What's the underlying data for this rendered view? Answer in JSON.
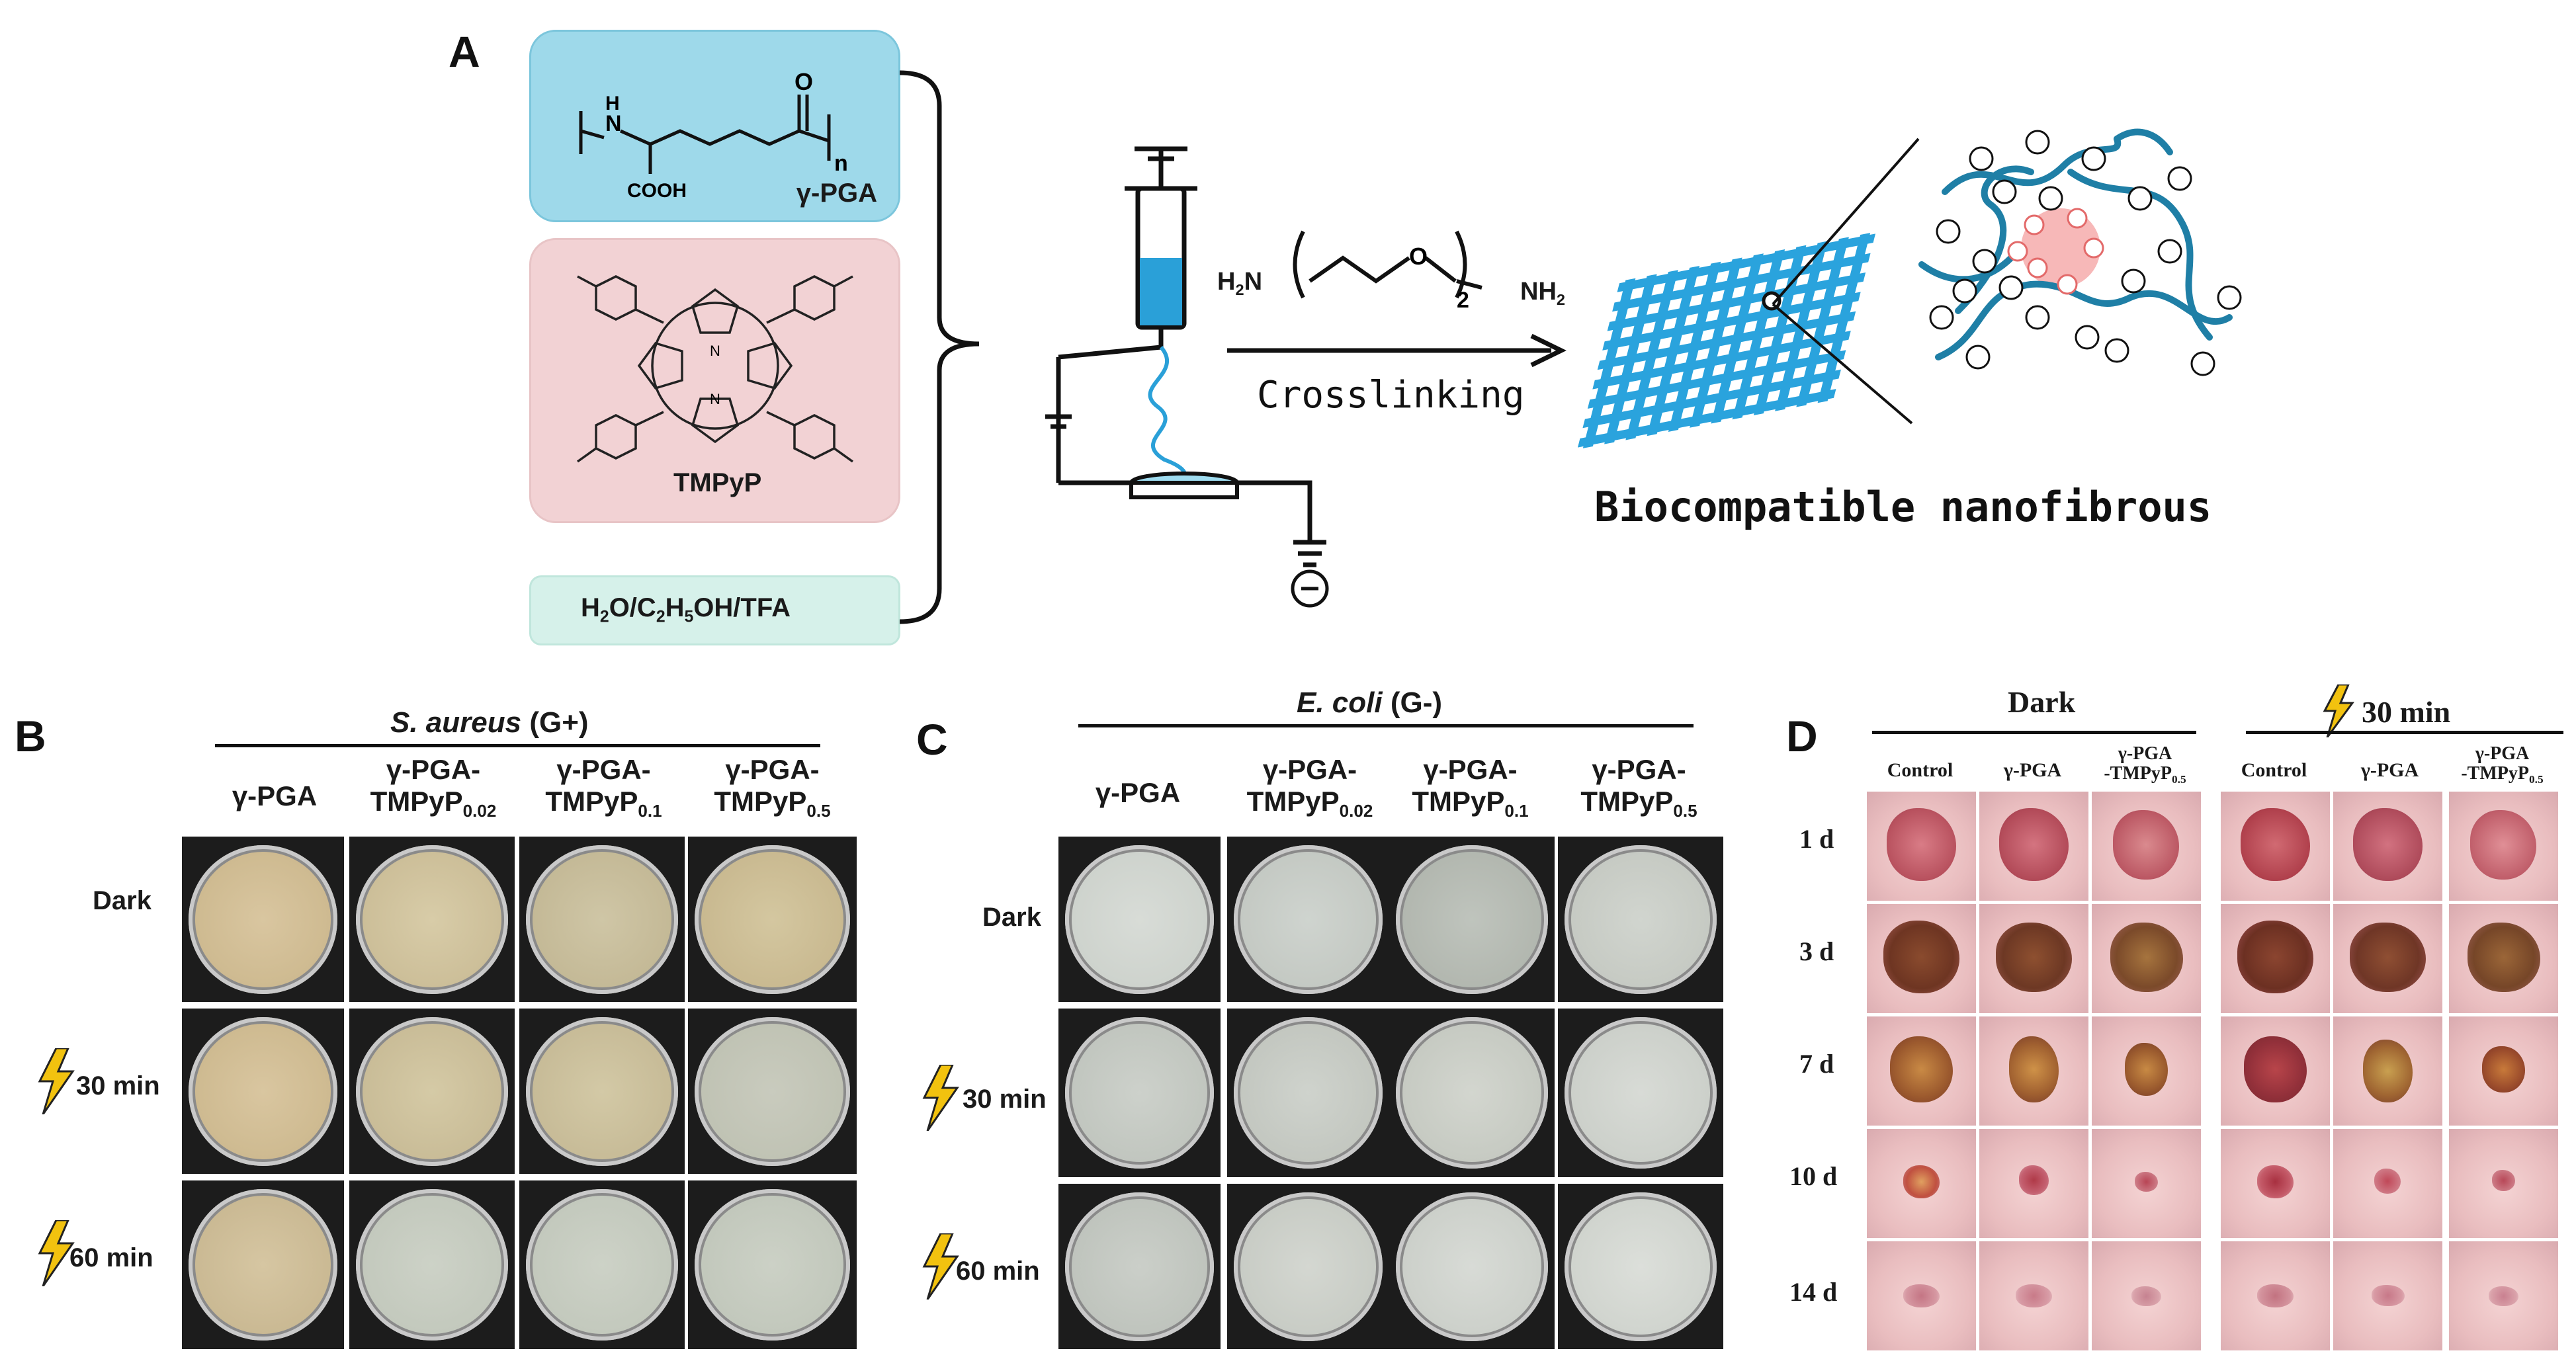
{
  "panels": {
    "A": "A",
    "B": "B",
    "C": "C",
    "D": "D"
  },
  "panel_a": {
    "pga_label": "γ-PGA",
    "pga_cooh": "COOH",
    "pga_n": "n",
    "pga_o": "O",
    "pga_h": "H",
    "pga_n_atom": "N",
    "tmpyp_label": "TMPyP",
    "solvent_prefix": "H",
    "solvent_2": "2",
    "solvent_o_c": "O/C",
    "solvent_5": "5",
    "solvent_suffix": "OH/TFA",
    "linker_h2n": "H",
    "linker_h2n_sub": "2",
    "linker_n": "N",
    "linker_o": "O",
    "linker_2": "2",
    "linker_nh2": "NH",
    "linker_nh2_sub": "2",
    "arrow_label": "Crosslinking",
    "product_label": "Biocompatible nanofibrous"
  },
  "panel_b": {
    "organism_italic": "S. aureus",
    "organism_suffix": " (G+)",
    "columns": [
      {
        "l1": "γ-PGA",
        "l2": "",
        "sub": ""
      },
      {
        "l1": "γ-PGA-",
        "l2": "TMPyP",
        "sub": "0.02"
      },
      {
        "l1": "γ-PGA-",
        "l2": "TMPyP",
        "sub": "0.1"
      },
      {
        "l1": "γ-PGA-",
        "l2": "TMPyP",
        "sub": "0.5"
      }
    ],
    "rows": [
      "Dark",
      "30 min",
      "60 min"
    ]
  },
  "panel_c": {
    "organism_italic": "E. coli",
    "organism_suffix": " (G-)",
    "columns": [
      {
        "l1": "γ-PGA",
        "l2": "",
        "sub": ""
      },
      {
        "l1": "γ-PGA-",
        "l2": "TMPyP",
        "sub": "0.02"
      },
      {
        "l1": "γ-PGA-",
        "l2": "TMPyP",
        "sub": "0.1"
      },
      {
        "l1": "γ-PGA-",
        "l2": "TMPyP",
        "sub": "0.5"
      }
    ],
    "rows": [
      "Dark",
      "30 min",
      "60 min"
    ]
  },
  "panel_d": {
    "group_dark": "Dark",
    "group_light": "30 min",
    "columns": [
      {
        "l1": "Control",
        "l2": "",
        "sub": ""
      },
      {
        "l1": "γ-PGA",
        "l2": "",
        "sub": ""
      },
      {
        "l1": "γ-PGA",
        "l2": "-TMPyP",
        "sub": "0.5"
      },
      {
        "l1": "Control",
        "l2": "",
        "sub": ""
      },
      {
        "l1": "γ-PGA",
        "l2": "",
        "sub": ""
      },
      {
        "l1": "γ-PGA",
        "l2": "-TMPyP",
        "sub": "0.5"
      }
    ],
    "rows": [
      "1 d",
      "3 d",
      "7 d",
      "10 d",
      "14 d"
    ]
  },
  "colors": {
    "pga_box": "#9ed9ea",
    "tmpyp_box": "#f2d2d4",
    "solvent_box": "#d6f1ea",
    "mesh": "#29a3df",
    "fiber": "#1f7fa6",
    "bolt": "#f2c20f"
  }
}
